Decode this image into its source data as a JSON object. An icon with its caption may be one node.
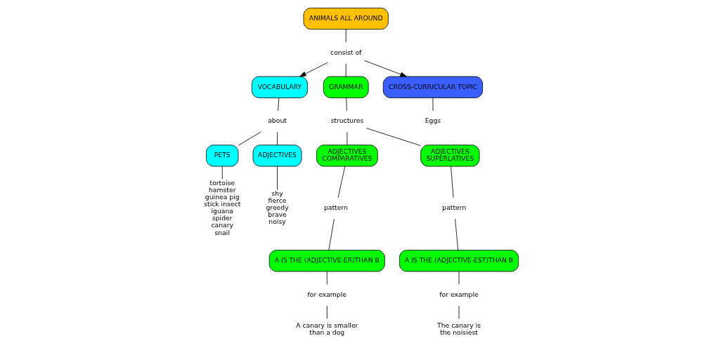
{
  "diagram": {
    "nodes": [
      {
        "text": [
          "ANIMALS ALL AROUND"
        ]
      },
      {
        "text": [
          "consist of"
        ]
      },
      {
        "text": [
          "VOCABULARY"
        ]
      },
      {
        "text": [
          "GRAMMAR"
        ]
      },
      {
        "text": [
          "CROSS-CURRICULAR TOPIC"
        ]
      },
      {
        "text": [
          "about"
        ]
      },
      {
        "text": [
          "structures"
        ]
      },
      {
        "text": [
          "Eggs"
        ]
      },
      {
        "text": [
          "PETS"
        ]
      },
      {
        "text": [
          "ADJECTIVES"
        ]
      },
      {
        "text": [
          "ADJECTIVES COMPARATIVES"
        ]
      },
      {
        "text": [
          "ADJECTIVES SUPERLATIVES"
        ]
      },
      {
        "text": [
          "tortoise",
          "hamster",
          "guinea pig",
          "stick insect",
          "iguana",
          "spider",
          "canary",
          "snail"
        ]
      },
      {
        "text": [
          "shy",
          "fierce",
          "greedy",
          "brave",
          "noisy"
        ]
      },
      {
        "text": [
          "pattern"
        ]
      },
      {
        "text": [
          "pattern"
        ]
      },
      {
        "text": [
          "A IS THE (ADJECTIVE-ER)THAN B"
        ]
      },
      {
        "text": [
          "A IS THE (ADJECTIVE-EST)THAN B"
        ]
      },
      {
        "text": [
          "for example"
        ]
      },
      {
        "text": [
          "for example"
        ]
      },
      {
        "text": [
          "A canary is smaller than a dog"
        ]
      },
      {
        "text": [
          "The canary is the noisiest"
        ]
      }
    ],
    "edges": [
      {
        "from": 0,
        "to": 1,
        "arrow": "none"
      },
      {
        "from": 1,
        "to": 2,
        "arrow": "to"
      },
      {
        "from": 1,
        "to": 3,
        "arrow": "none"
      },
      {
        "from": 1,
        "to": 4,
        "arrow": "to"
      },
      {
        "from": 2,
        "to": 5,
        "arrow": "none"
      },
      {
        "from": 3,
        "to": 6,
        "arrow": "none"
      },
      {
        "from": 4,
        "to": 7,
        "arrow": "none"
      },
      {
        "from": 5,
        "to": 8,
        "arrow": "none"
      },
      {
        "from": 5,
        "to": 9,
        "arrow": "none"
      },
      {
        "from": 6,
        "to": 10,
        "arrow": "none"
      },
      {
        "from": 6,
        "to": 11,
        "arrow": "none"
      },
      {
        "from": 8,
        "to": 12,
        "arrow": "none"
      },
      {
        "from": 9,
        "to": 13,
        "arrow": "none"
      },
      {
        "from": 10,
        "to": 14,
        "arrow": "none"
      },
      {
        "from": 11,
        "to": 15,
        "arrow": "none"
      },
      {
        "from": 14,
        "to": 16,
        "arrow": "none"
      },
      {
        "from": 15,
        "to": 17,
        "arrow": "none"
      },
      {
        "from": 16,
        "to": 18,
        "arrow": "none"
      },
      {
        "from": 17,
        "to": 19,
        "arrow": "none"
      },
      {
        "from": 18,
        "to": 20,
        "arrow": "none"
      },
      {
        "from": 19,
        "to": 21,
        "arrow": "none"
      }
    ]
  }
}
